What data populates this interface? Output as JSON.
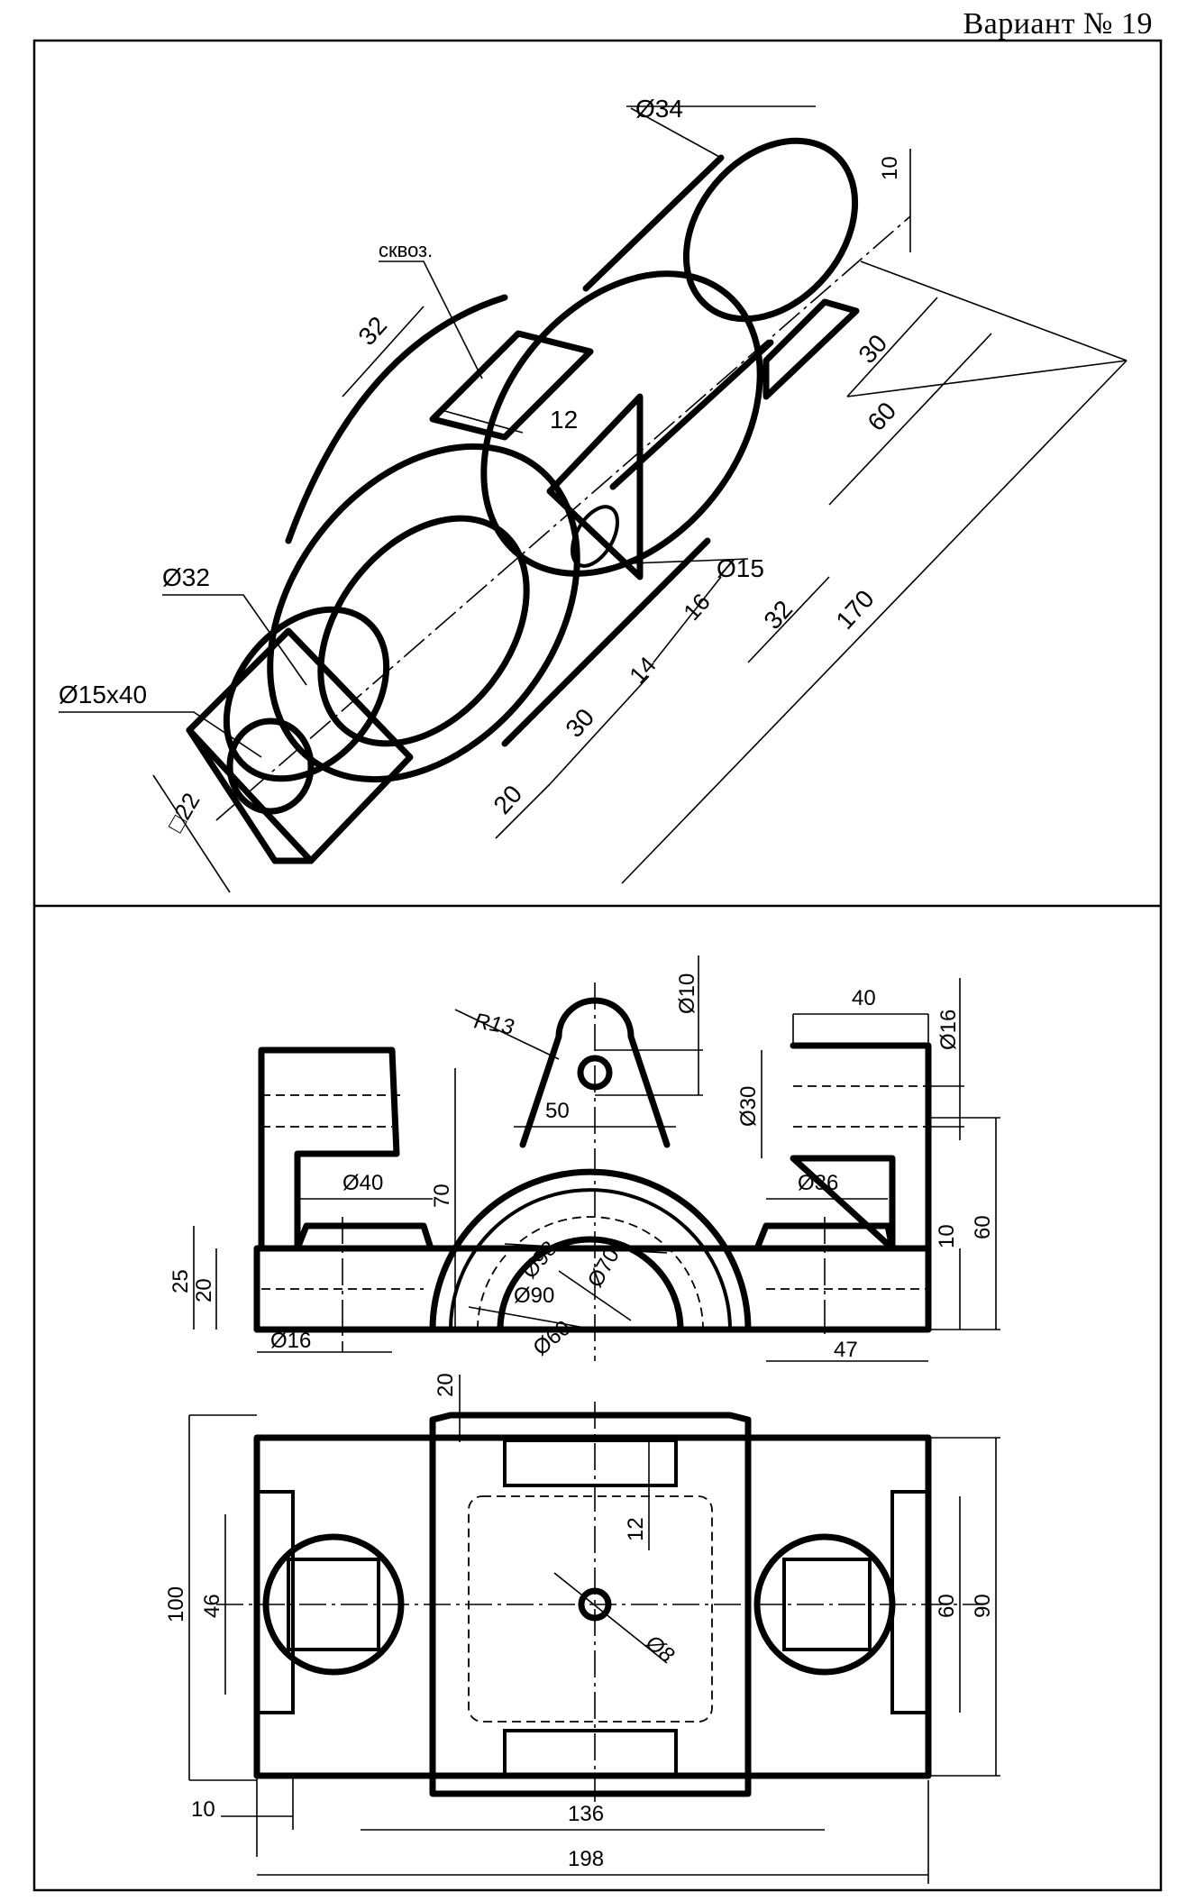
{
  "header": {
    "variant": "Вариант № 19"
  },
  "isometric": {
    "labels": {
      "d34": "Ø34",
      "through": "сквоз.",
      "d32": "Ø32",
      "d15x40": "Ø15x40",
      "sq22": "□22",
      "d15": "Ø15",
      "n10": "10",
      "n30": "30",
      "n60": "60",
      "n32a": "32",
      "n12": "12",
      "n16": "16",
      "n32b": "32",
      "n170": "170",
      "n14": "14",
      "n30b": "30",
      "n20": "20"
    }
  },
  "orthographic": {
    "front": {
      "R13": "R13",
      "d10": "Ø10",
      "n40": "40",
      "d16top": "Ø16",
      "d30": "Ø30",
      "n50": "50",
      "n70": "70",
      "d40": "Ø40",
      "d36": "Ø36",
      "n60": "60",
      "n10": "10",
      "n25": "25",
      "n20": "20",
      "d98": "Ø98",
      "d70": "Ø70",
      "d90": "Ø90",
      "d60": "Ø60",
      "d16bot": "Ø16",
      "n47": "47"
    },
    "top": {
      "n20": "20",
      "n12": "12",
      "n100": "100",
      "n46": "46",
      "d8": "Ø8",
      "n60": "60",
      "n90": "90",
      "n10": "10",
      "n136": "136",
      "n198": "198"
    }
  }
}
